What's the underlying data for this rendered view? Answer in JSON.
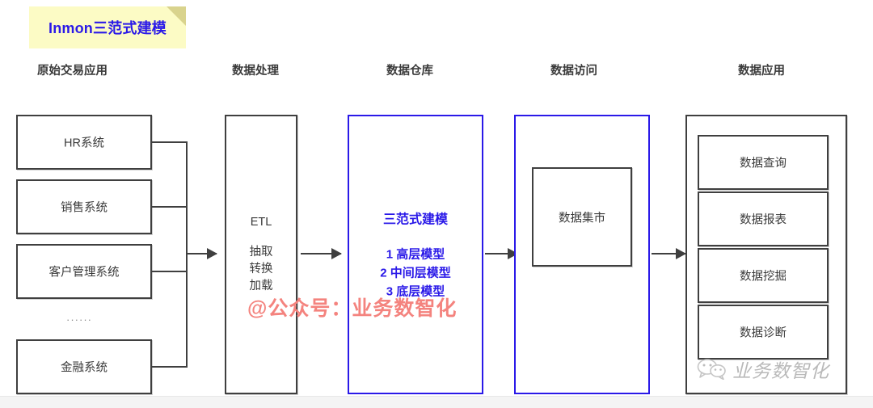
{
  "title_note": {
    "label": "Inmon三范式建模",
    "bg_color": "#fcfbc5",
    "text_color": "#2a19e8"
  },
  "columns": [
    {
      "key": "source",
      "header": "原始交易应用"
    },
    {
      "key": "process",
      "header": "数据处理"
    },
    {
      "key": "warehouse",
      "header": "数据仓库"
    },
    {
      "key": "access",
      "header": "数据访问"
    },
    {
      "key": "apps",
      "header": "数据应用"
    }
  ],
  "source_systems": [
    {
      "label": "HR系统"
    },
    {
      "label": "销售系统"
    },
    {
      "label": "客户管理系统"
    },
    {
      "label": "金融系统"
    }
  ],
  "source_ellipsis": "······",
  "etl": {
    "title": "ETL",
    "steps": [
      "抽取",
      "转换",
      "加载"
    ]
  },
  "warehouse": {
    "title": "三范式建模",
    "models": [
      "1 高层模型",
      "2 中间层模型",
      "3 底层模型"
    ],
    "border_color": "#2a19e8"
  },
  "access": {
    "mart_label": "数据集市",
    "border_color": "#2a19e8"
  },
  "applications": [
    {
      "label": "数据查询"
    },
    {
      "label": "数据报表"
    },
    {
      "label": "数据挖掘"
    },
    {
      "label": "数据诊断"
    }
  ],
  "watermarks": {
    "red_text": "@公众号：业务数智化",
    "red_color": "#f4837e",
    "wechat_text": "业务数智化",
    "wechat_color": "#b9b9b9"
  }
}
